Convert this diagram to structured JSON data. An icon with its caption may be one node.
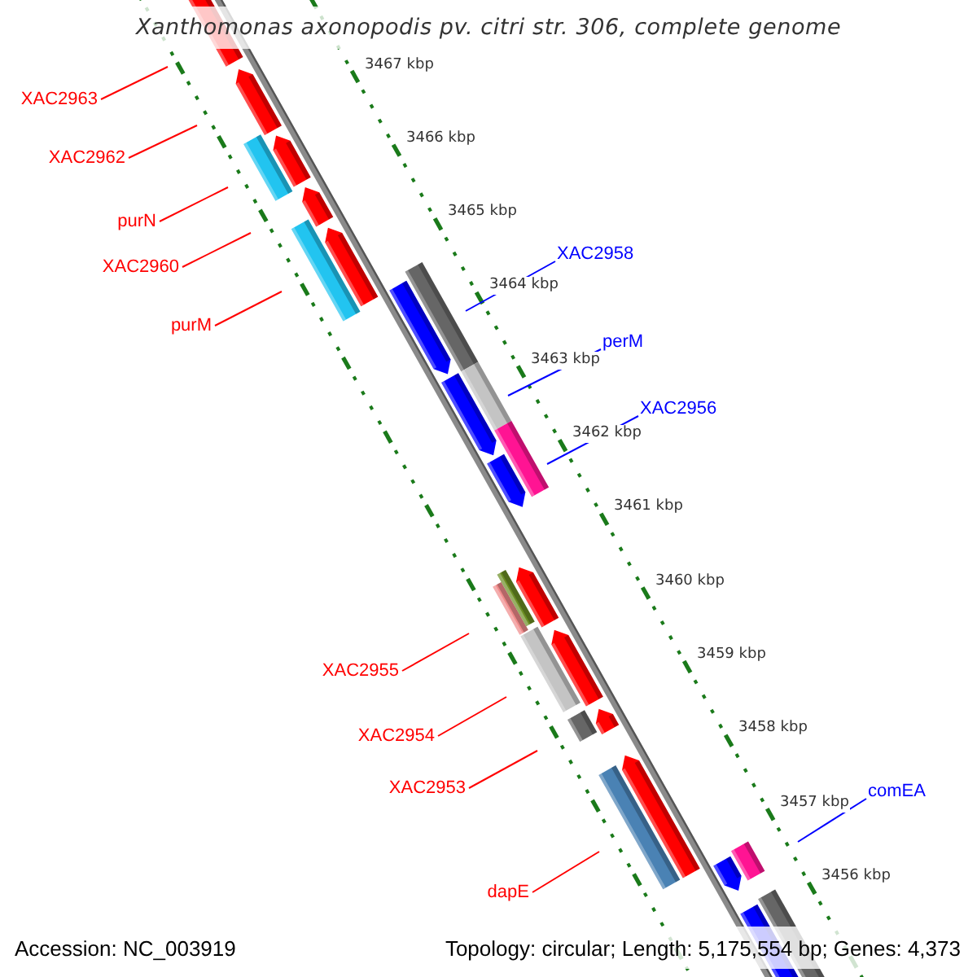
{
  "diagram": {
    "title": "Xanthomonas axonopodis pv. citri str. 306, complete genome",
    "nodes": [
      {
        "text": [
          "XAC2963"
        ]
      },
      {
        "text": [
          "XAC2962"
        ]
      },
      {
        "text": [
          "purN"
        ]
      },
      {
        "text": [
          "XAC2958"
        ]
      },
      {
        "text": [
          "XAC2960"
        ]
      },
      {
        "text": [
          "purM"
        ]
      },
      {
        "text": [
          "perM"
        ]
      },
      {
        "text": [
          "XAC2956"
        ]
      },
      {
        "text": [
          "XAC2955"
        ]
      },
      {
        "text": [
          "XAC2954"
        ]
      },
      {
        "text": [
          "XAC2953"
        ]
      },
      {
        "text": [
          "comEA"
        ]
      },
      {
        "text": [
          "dapE"
        ]
      }
    ],
    "edges": [
      {
        "from": 0,
        "to": null,
        "arrow": "none"
      },
      {
        "from": 1,
        "to": null,
        "arrow": "none"
      },
      {
        "from": 2,
        "to": null,
        "arrow": "none"
      },
      {
        "from": 3,
        "to": null,
        "arrow": "none",
        "color": "#0000ff"
      },
      {
        "from": 4,
        "to": null,
        "arrow": "none"
      },
      {
        "from": 5,
        "to": null,
        "arrow": "none"
      },
      {
        "from": 6,
        "to": null,
        "arrow": "none",
        "color": "#0000ff"
      },
      {
        "from": 7,
        "to": null,
        "arrow": "none",
        "color": "#0000ff"
      },
      {
        "from": 8,
        "to": null,
        "arrow": "none"
      },
      {
        "from": 9,
        "to": null,
        "arrow": "none"
      },
      {
        "from": 10,
        "to": null,
        "arrow": "none"
      },
      {
        "from": 11,
        "to": null,
        "arrow": "none",
        "color": "#0000ff"
      },
      {
        "from": 12,
        "to": null,
        "arrow": "none"
      }
    ],
    "labels": [
      "3467 kbp",
      "3466 kbp",
      "3465 kbp",
      "3464 kbp",
      "3463 kbp",
      "3462 kbp",
      "3461 kbp",
      "3460 kbp",
      "3459 kbp",
      "3458 kbp",
      "3457 kbp",
      "3456 kbp",
      "Accession: NC_003919",
      "Topology: circular; Length: 5,175,554 bp; Genes: 4,373"
    ]
  }
}
